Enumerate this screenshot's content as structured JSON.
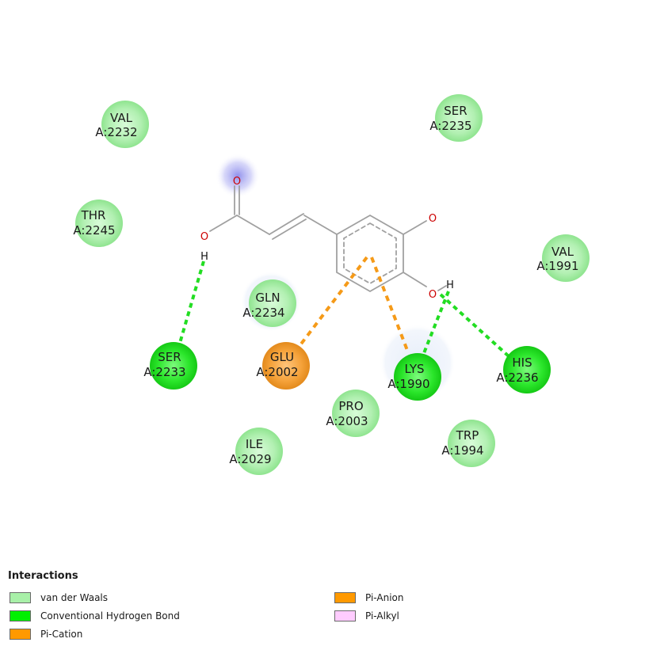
{
  "ligand": {
    "atoms": {
      "carbonyl_o": "O",
      "hydroxyl_o": "O",
      "hydroxyl_h": "H",
      "ring_o_upper": "O",
      "ring_o_lower": "O",
      "ring_h": "H"
    }
  },
  "residues": [
    {
      "id": "val2232",
      "name": "VAL",
      "chain_id": "A:2232",
      "type": "vdw"
    },
    {
      "id": "ser2235",
      "name": "SER",
      "chain_id": "A:2235",
      "type": "vdw"
    },
    {
      "id": "thr2245",
      "name": "THR",
      "chain_id": "A:2245",
      "type": "vdw"
    },
    {
      "id": "val1991",
      "name": "VAL",
      "chain_id": "A:1991",
      "type": "vdw"
    },
    {
      "id": "gln2234",
      "name": "GLN",
      "chain_id": "A:2234",
      "type": "vdw"
    },
    {
      "id": "ser2233",
      "name": "SER",
      "chain_id": "A:2233",
      "type": "hbond"
    },
    {
      "id": "glu2002",
      "name": "GLU",
      "chain_id": "A:2002",
      "type": "pi_anion"
    },
    {
      "id": "lys1990",
      "name": "LYS",
      "chain_id": "A:1990",
      "type": "hbond"
    },
    {
      "id": "his2236",
      "name": "HIS",
      "chain_id": "A:2236",
      "type": "hbond"
    },
    {
      "id": "pro2003",
      "name": "PRO",
      "chain_id": "A:2003",
      "type": "vdw"
    },
    {
      "id": "trp1994",
      "name": "TRP",
      "chain_id": "A:1994",
      "type": "vdw"
    },
    {
      "id": "ile2029",
      "name": "ILE",
      "chain_id": "A:2029",
      "type": "vdw"
    }
  ],
  "interactions_drawn": [
    {
      "residue": "ser2233",
      "kind": "hbond",
      "partner": "hydroxyl H"
    },
    {
      "residue": "glu2002",
      "kind": "pi_anion",
      "partner": "aromatic ring"
    },
    {
      "residue": "lys1990",
      "kind": "pi_cation",
      "partner": "aromatic ring"
    },
    {
      "residue": "lys1990",
      "kind": "hbond",
      "partner": "ring hydroxyl H"
    },
    {
      "residue": "his2236",
      "kind": "hbond",
      "partner": "ring hydroxyl H"
    }
  ],
  "legend": {
    "title": "Interactions",
    "items": [
      {
        "key": "vdw",
        "label": "van der Waals",
        "color": "#a8f0a8"
      },
      {
        "key": "hbond",
        "label": "Conventional Hydrogen Bond",
        "color": "#00f000"
      },
      {
        "key": "pi_cation",
        "label": "Pi-Cation",
        "color": "#ff9900"
      },
      {
        "key": "pi_anion",
        "label": "Pi-Anion",
        "color": "#ff9900"
      },
      {
        "key": "pi_alkyl",
        "label": "Pi-Alkyl",
        "color": "#ffccff"
      }
    ]
  },
  "colors": {
    "bond": "#a0a0a0",
    "oxygen": "#cc0000",
    "hbond_line": "#22dd22",
    "pi_line": "#f59a18",
    "vdw_fill": "#a8f0a8",
    "hbond_fill": "#22e022",
    "pi_fill": "#f5a23a"
  }
}
